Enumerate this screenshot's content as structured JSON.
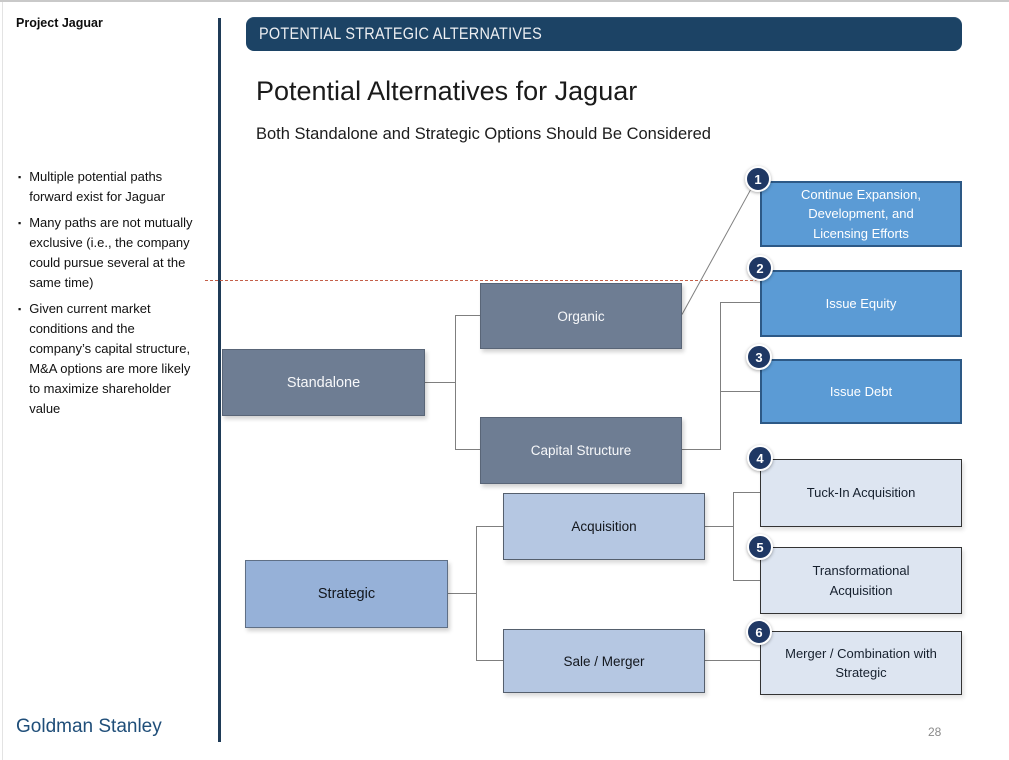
{
  "header": {
    "project_label": "Project Jaguar",
    "bar_title": "POTENTIAL STRATEGIC ALTERNATIVES",
    "title": "Potential Alternatives for Jaguar",
    "subtitle": "Both Standalone and Strategic Options Should Be Considered"
  },
  "sidebar": {
    "bullets": [
      "Multiple potential paths forward exist for Jaguar",
      "Many paths are not mutually exclusive (i.e., the company could pursue several at the same time)",
      "Given current market conditions and the company’s capital structure, M&A options are more likely to maximize shareholder value"
    ]
  },
  "diagram": {
    "root_nodes": [
      {
        "label": "Standalone"
      },
      {
        "label": "Strategic"
      }
    ],
    "mid_nodes": [
      {
        "label": "Organic"
      },
      {
        "label": "Capital Structure"
      },
      {
        "label": "Acquisition"
      },
      {
        "label": "Sale / Merger"
      }
    ],
    "alternatives": [
      {
        "num": "1",
        "label": "Continue Expansion, Development, and Licensing Efforts"
      },
      {
        "num": "2",
        "label": "Issue Equity"
      },
      {
        "num": "3",
        "label": "Issue Debt"
      },
      {
        "num": "4",
        "label": "Tuck-In Acquisition"
      },
      {
        "num": "5",
        "label": "Transformational Acquisition"
      },
      {
        "num": "6",
        "label": "Merger / Combination with Strategic"
      }
    ]
  },
  "footer": {
    "brand": "Goldman Stanley",
    "page_number": "28"
  },
  "colors": {
    "header_bar": "#1C4365",
    "divider": "#1F3B57",
    "number_circle": "#1F3864",
    "alt_blue_fill": "#5B9BD5",
    "alt_blue_border": "#2D5986",
    "gray_node_fill": "#6E7D93",
    "strategic_fill": "#96B1D8",
    "mid_node_fill": "#B5C7E2",
    "alt_light_fill": "#DDE5F1",
    "dashed_guide": "#C4604A",
    "connector": "#7F7F7F",
    "brand_text": "#1F4E79"
  }
}
